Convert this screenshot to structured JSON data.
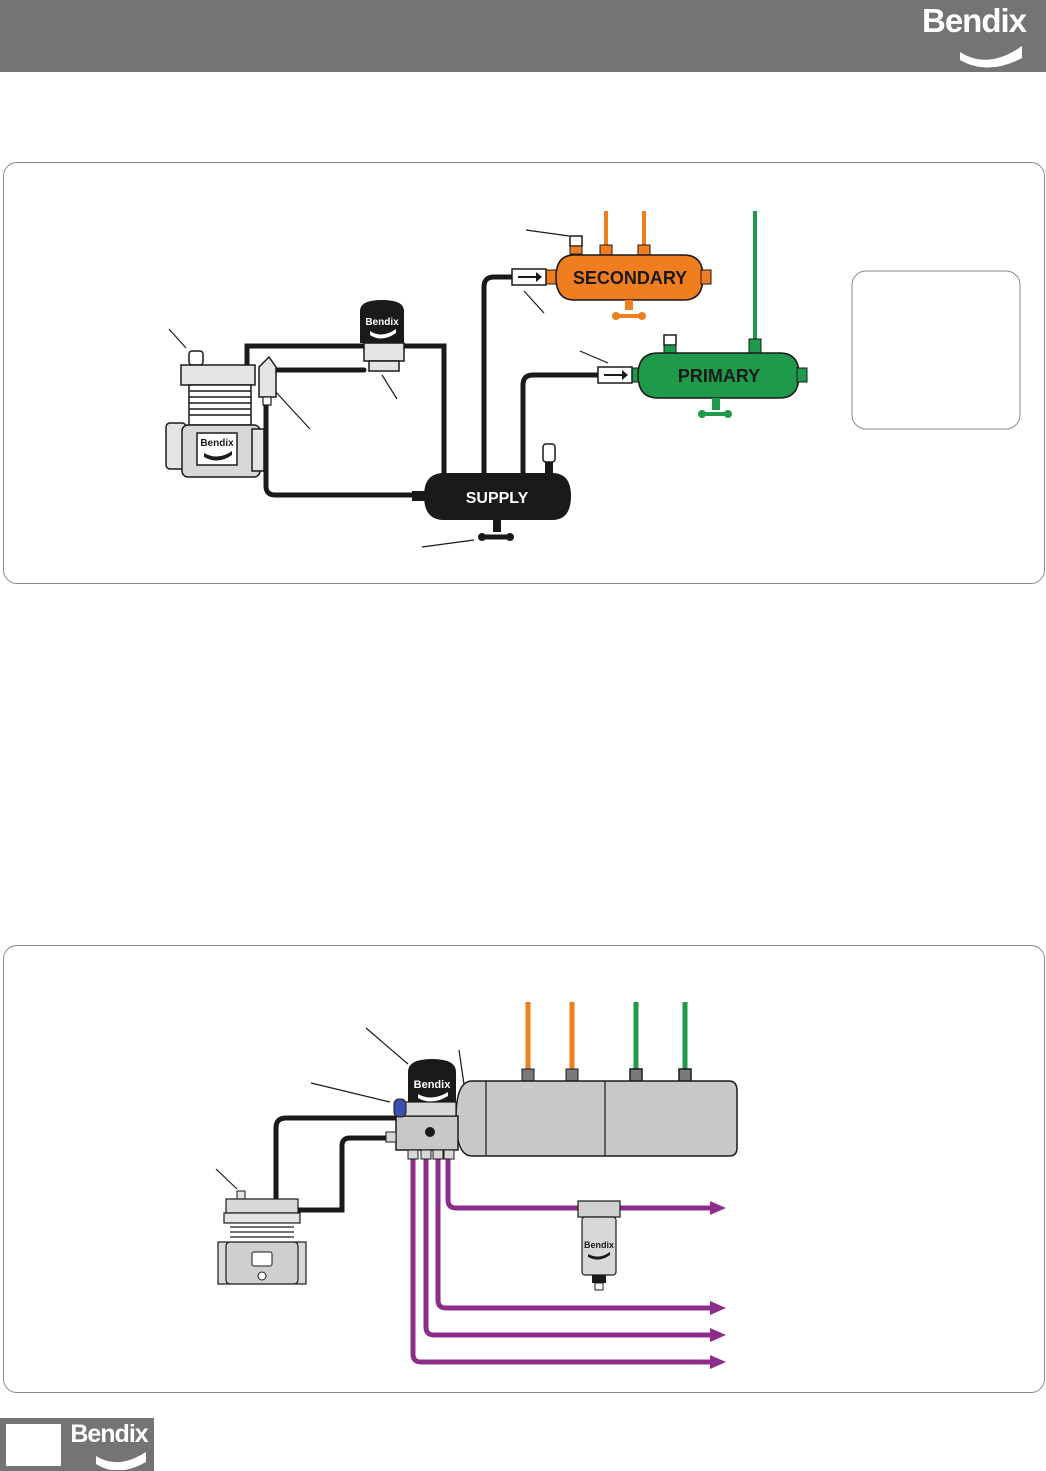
{
  "header": {
    "brand": "Bendix",
    "colors": {
      "bar": "#747474",
      "text": "#ffffff"
    }
  },
  "figure_top": {
    "tanks": {
      "secondary": "SECONDARY",
      "primary": "PRIMARY",
      "supply": "SUPPLY"
    },
    "dryer_brand": "Bendix",
    "compressor_brand": "Bendix",
    "colors": {
      "secondary": "#f07d1e",
      "primary": "#1f9a4a",
      "supply": "#1a1a1a",
      "line": "#1a1a1a"
    }
  },
  "figure_bottom": {
    "dryer_brand": "Bendix",
    "filter_brand": "Bendix",
    "colors": {
      "secondary_lines": "#f07d1e",
      "primary_lines": "#1f9a4a",
      "accessory_lines": "#8e2c8c",
      "tank": "#c8c8c8"
    }
  },
  "footer": {
    "brand": "Bendix"
  }
}
